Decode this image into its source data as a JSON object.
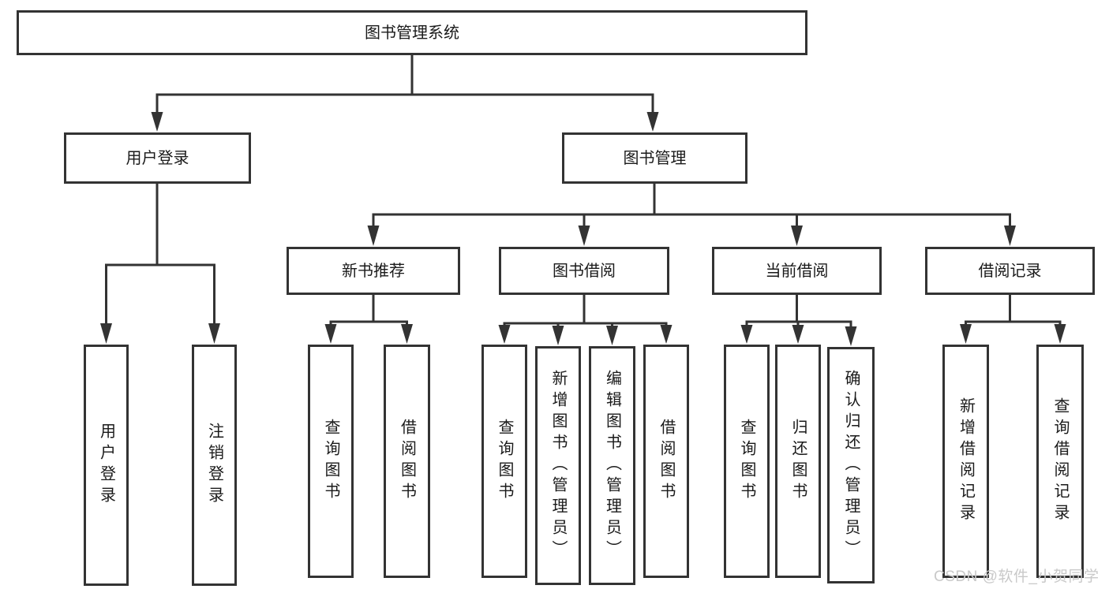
{
  "diagram": {
    "type": "tree",
    "root": {
      "label": "图书管理系统",
      "children": [
        {
          "label": "用户登录",
          "children": [
            {
              "label": "用户登录"
            },
            {
              "label": "注销登录"
            }
          ]
        },
        {
          "label": "图书管理",
          "children": [
            {
              "label": "新书推荐",
              "children": [
                {
                  "label": "查询图书"
                },
                {
                  "label": "借阅图书"
                }
              ]
            },
            {
              "label": "图书借阅",
              "children": [
                {
                  "label": "查询图书"
                },
                {
                  "label": "新增图书（管理员）"
                },
                {
                  "label": "编辑图书（管理员）"
                },
                {
                  "label": "借阅图书"
                }
              ]
            },
            {
              "label": "当前借阅",
              "children": [
                {
                  "label": "查询图书"
                },
                {
                  "label": "归还图书"
                },
                {
                  "label": "确认归还（管理员）"
                }
              ]
            },
            {
              "label": "借阅记录",
              "children": [
                {
                  "label": "新增借阅记录"
                },
                {
                  "label": "查询借阅记录"
                }
              ]
            }
          ]
        }
      ]
    }
  },
  "watermark": {
    "text": "CSDN @软件_小贺同学"
  },
  "colors": {
    "line": "#333333",
    "box_border": "#333333",
    "box_fill": "#ffffff",
    "text": "#1a1a1a",
    "watermark": "#c9c9c9",
    "background": "#ffffff"
  }
}
